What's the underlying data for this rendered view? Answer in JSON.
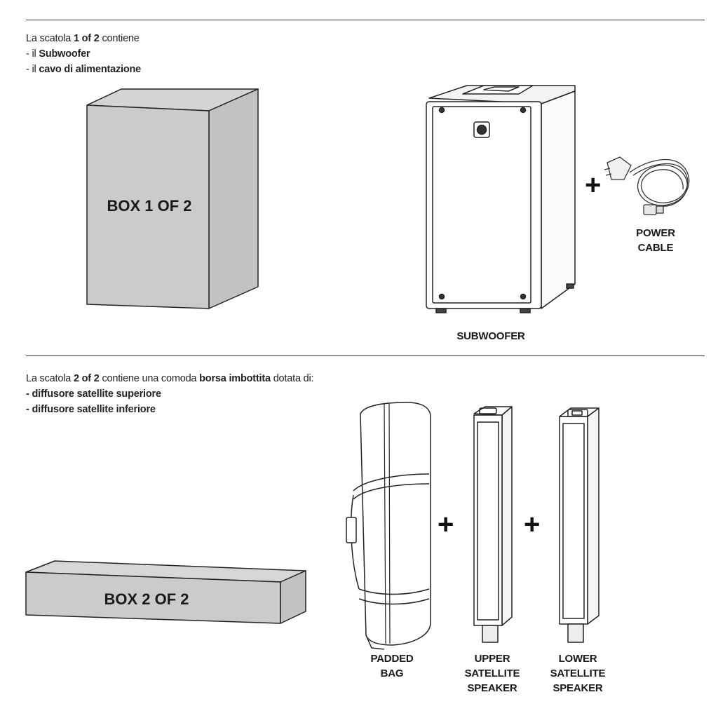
{
  "section1": {
    "intro": {
      "prefix": "La scatola ",
      "box_ref": "1 of 2",
      "suffix": " contiene"
    },
    "items": [
      {
        "prefix": "- il ",
        "text": "Subwoofer"
      },
      {
        "prefix": "- il ",
        "text": "cavo di alimentazione"
      }
    ],
    "box_label": "BOX 1 OF 2",
    "products": {
      "subwoofer": [
        "SUBWOOFER"
      ],
      "power_cable": [
        "POWER",
        "CABLE"
      ]
    },
    "plus": "+"
  },
  "section2": {
    "intro": {
      "prefix": "La scatola ",
      "box_ref": "2 of 2",
      "middle": " contiene una comoda ",
      "bag": "borsa imbottita",
      "suffix": " dotata di:"
    },
    "items": [
      {
        "text": "- diffusore satellite superiore"
      },
      {
        "text": "- diffusore satellite inferiore"
      }
    ],
    "box_label": "BOX 2 OF 2",
    "products": {
      "padded_bag": [
        "PADDED",
        "BAG"
      ],
      "upper_satellite": [
        "UPPER",
        "SATELLITE",
        "SPEAKER"
      ],
      "lower_satellite": [
        "LOWER",
        "SATELLITE",
        "SPEAKER"
      ]
    },
    "plus": "+"
  }
}
